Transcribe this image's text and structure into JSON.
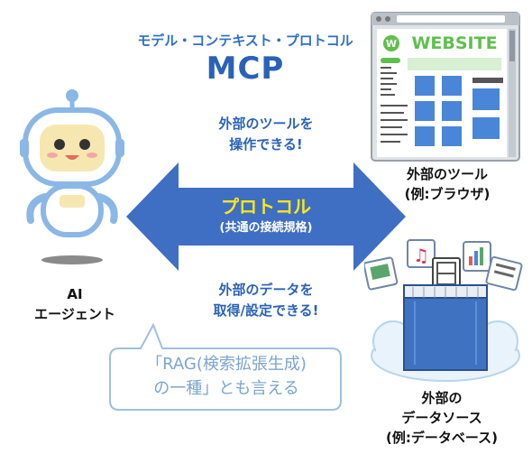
{
  "header": {
    "subtitle": "モデル・コンテキスト・プロトコル",
    "title": "MCP"
  },
  "arrow": {
    "label": "プロトコル",
    "sublabel": "(共通の接続規格)",
    "color": "#3f6fc2"
  },
  "top_caption": {
    "line1": "外部のツールを",
    "line2": "操作できる!"
  },
  "bottom_caption": {
    "line1": "外部のデータを",
    "line2": "取得/設定できる!"
  },
  "left_node": {
    "line1": "AI",
    "line2": "エージェント",
    "icon": "robot-icon"
  },
  "right_top_node": {
    "line1": "外部のツール",
    "line2": "(例:ブラウザ)",
    "icon": "browser-window-icon",
    "website_text": "WEBSITE",
    "website_badge": "W"
  },
  "right_bottom_node": {
    "line1": "外部の",
    "line2": "データソース",
    "line3": "(例:データベース)",
    "icon": "database-cloud-icon"
  },
  "note": {
    "line1": "「RAG(検索拡張生成)",
    "line2": "の一種」とも言える"
  }
}
